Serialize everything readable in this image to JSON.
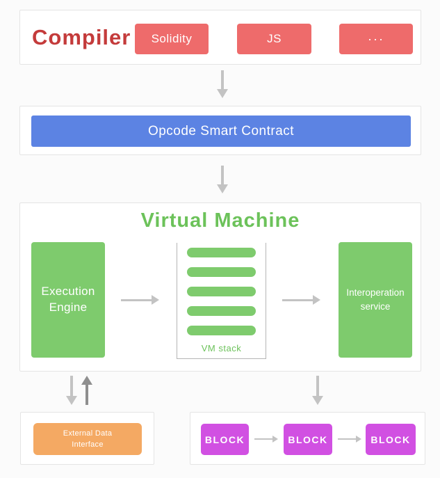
{
  "colors": {
    "page-bg": "#fbfbfb",
    "panel-bg": "#ffffff",
    "panel-border": "#e4e4e4",
    "red-text": "#c43b3b",
    "red-node": "#ee6b6b",
    "blue-node": "#5c83e3",
    "green-node": "#7ecb6d",
    "green-text": "#6cc25a",
    "orange-node": "#f4a963",
    "magenta-node": "#d150e2",
    "arrow": "#c3c3c3",
    "arrow-dark": "#8f8f8f",
    "stack-border": "#b5b5b5",
    "white-text": "#ffffff"
  },
  "compiler_panel": {
    "title": "Compiler",
    "buttons": [
      {
        "label": "Solidity"
      },
      {
        "label": "JS"
      },
      {
        "label": "···"
      }
    ]
  },
  "opcode_panel": {
    "button_label": "Opcode Smart Contract"
  },
  "vm_panel": {
    "title": "Virtual Machine",
    "execution_engine_label": "Execution Engine",
    "stack_bar_count": 5,
    "vm_stack_label": "VM stack",
    "interoperation_label": "Interoperation service"
  },
  "external_panel": {
    "button_label": "External Data Interface"
  },
  "blocks_panel": {
    "blocks": [
      "BLOCK",
      "BLOCK",
      "BLOCK"
    ]
  }
}
